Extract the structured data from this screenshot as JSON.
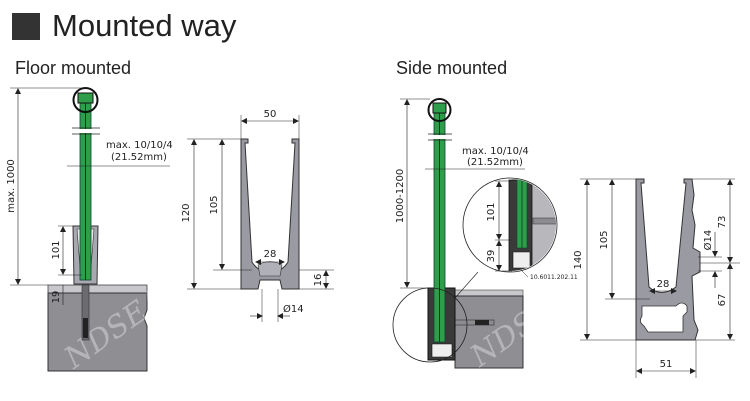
{
  "header": {
    "title": "Mounted way"
  },
  "floor_mounted": {
    "heading": "Floor mounted",
    "height_label": "max. 1000",
    "glass_label_line1": "max. 10/10/4",
    "glass_label_line2": "(21.52mm)",
    "shoe_depth_label": "101",
    "floor_depth_label": "19",
    "watermark": "NDSEA"
  },
  "floor_profile": {
    "width_label": "50",
    "height_label": "120",
    "inner_height_label": "105",
    "inner_width_label": "28",
    "base_label": "16",
    "hole_label": "Ø14"
  },
  "side_mounted": {
    "heading": "Side mounted",
    "height_label": "1000-1200",
    "glass_label_line1": "max. 10/10/4",
    "glass_label_line2": "(21.52mm)",
    "detail_upper_label": "101",
    "detail_lower_label": "39",
    "part_number": "10.6011.202.11",
    "watermark": "NDSEA"
  },
  "side_profile": {
    "height_label": "140",
    "inner_height_label": "105",
    "inner_width_label": "28",
    "upper_label": "73",
    "lower_label": "67",
    "hole_label": "Ø14",
    "width_label": "51"
  },
  "colors": {
    "glass": "#2e9e4a",
    "profile": "#9a9aa2",
    "concrete": "#8e8e93",
    "line": "#222222"
  }
}
